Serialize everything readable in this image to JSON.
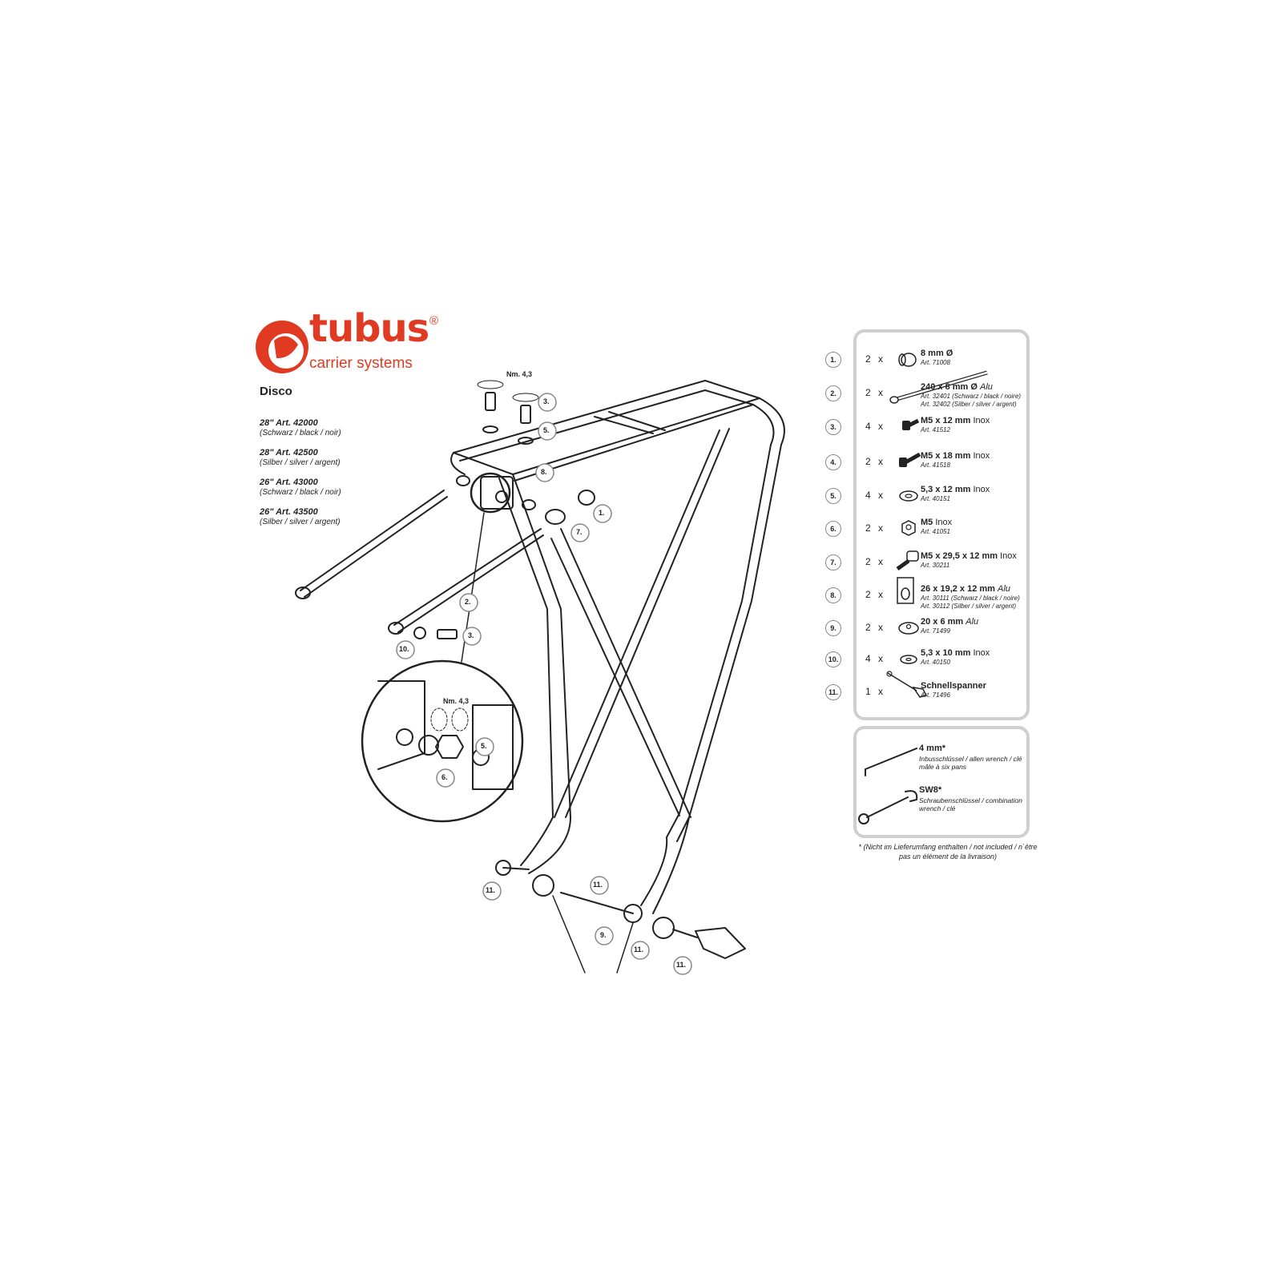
{
  "brand": {
    "name": "tubus",
    "registered": "®",
    "tagline": "carrier systems",
    "color": "#e03a22"
  },
  "model": "Disco",
  "variants": [
    {
      "art": "28\" Art. 42000",
      "color": "(Schwarz / black / noir)"
    },
    {
      "art": "28\" Art. 42500",
      "color": "(Silber / silver / argent)"
    },
    {
      "art": "26\" Art. 43000",
      "color": "(Schwarz / black / noir)"
    },
    {
      "art": "26\" Art. 43500",
      "color": "(Silber / silver / argent)"
    }
  ],
  "torque_label": "Nm. 4,3",
  "callouts": {
    "c1": "1.",
    "c2": "2.",
    "c3a": "3.",
    "c3b": "3.",
    "c5a": "5.",
    "c5b": "5.",
    "c6": "6.",
    "c7": "7.",
    "c8": "8.",
    "c9": "9.",
    "c10": "10.",
    "c11a": "11.",
    "c11b": "11.",
    "c11c": "11.",
    "c11d": "11."
  },
  "parts": [
    {
      "num": "1.",
      "qty": "2",
      "x": "x",
      "icon": "spacer-icon",
      "name": "8 mm Ø",
      "material": "",
      "material_italic": false,
      "art": [
        "Art. 71008"
      ]
    },
    {
      "num": "2.",
      "qty": "2",
      "x": "x",
      "icon": "strut-rod-icon",
      "name": "240 x 8 mm Ø",
      "material": "Alu",
      "material_italic": true,
      "art": [
        "Art. 32401 (Schwarz / black / noire)",
        "Art. 32402 (Silber / silver / argent)"
      ]
    },
    {
      "num": "3.",
      "qty": "4",
      "x": "x",
      "icon": "bolt-short-icon",
      "name": "M5 x 12 mm",
      "material": "Inox",
      "material_italic": false,
      "art": [
        "Art. 41512"
      ]
    },
    {
      "num": "4.",
      "qty": "2",
      "x": "x",
      "icon": "bolt-long-icon",
      "name": "M5 x 18 mm",
      "material": "Inox",
      "material_italic": false,
      "art": [
        "Art. 41518"
      ]
    },
    {
      "num": "5.",
      "qty": "4",
      "x": "x",
      "icon": "washer-icon",
      "name": "5,3 x 12 mm",
      "material": "Inox",
      "material_italic": false,
      "art": [
        "Art. 40151"
      ]
    },
    {
      "num": "6.",
      "qty": "2",
      "x": "x",
      "icon": "nut-icon",
      "name": "M5",
      "material": "Inox",
      "material_italic": false,
      "art": [
        "Art. 41051"
      ]
    },
    {
      "num": "7.",
      "qty": "2",
      "x": "x",
      "icon": "eye-bolt-icon",
      "name": "M5 x 29,5 x 12 mm",
      "material": "Inox",
      "material_italic": false,
      "art": [
        "Art. 30211"
      ]
    },
    {
      "num": "8.",
      "qty": "2",
      "x": "x",
      "icon": "bracket-icon",
      "name": "26 x 19,2 x 12 mm",
      "material": "Alu",
      "material_italic": true,
      "art": [
        "Art. 30111 (Schwarz / black / noire)",
        "Art. 30112 (Silber / silver / argent)"
      ]
    },
    {
      "num": "9.",
      "qty": "2",
      "x": "x",
      "icon": "spacer-disc-icon",
      "name": "20 x 6 mm",
      "material": "Alu",
      "material_italic": true,
      "art": [
        "Art. 71499"
      ]
    },
    {
      "num": "10.",
      "qty": "4",
      "x": "x",
      "icon": "small-washer-icon",
      "name": "5,3 x 10 mm",
      "material": "Inox",
      "material_italic": false,
      "art": [
        "Art. 40150"
      ]
    },
    {
      "num": "11.",
      "qty": "1",
      "x": "x",
      "icon": "quick-release-icon",
      "name": "Schnellspanner",
      "material": "",
      "material_italic": false,
      "art": [
        "Art. 71496"
      ]
    }
  ],
  "tools": [
    {
      "icon": "allen-key-icon",
      "name": "4 mm*",
      "desc": "Inbusschlüssel / allen wrench / clé mâle à six pans"
    },
    {
      "icon": "combination-wrench-icon",
      "name": "SW8*",
      "desc": "Schraubenschlüssel / combination wrench / clé"
    }
  ],
  "footnote": "* (Nicht im Lieferumfang enthalten / not included / n`être pas un élément de la livraison)"
}
